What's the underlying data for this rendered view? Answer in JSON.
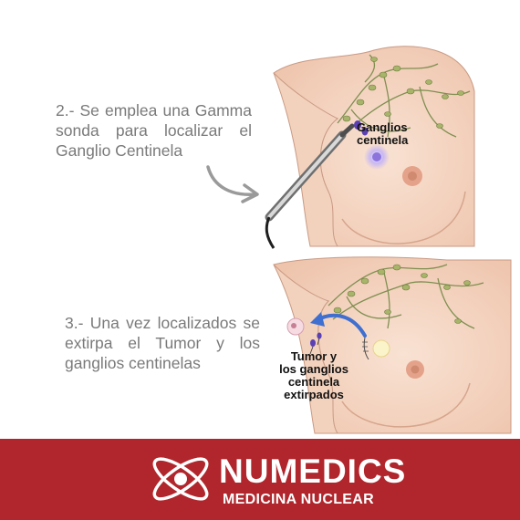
{
  "steps": [
    {
      "text": "2.- Se emplea una Gamma sonda para localizar el Ganglio Centinela"
    },
    {
      "text": "3.- Una vez localizados se extirpa el Tumor y los ganglios centinelas"
    }
  ],
  "labels": {
    "ganglios": [
      "Ganglios",
      "centinela"
    ],
    "tumor": [
      "Tumor y",
      "los ganglios",
      "centinela",
      "extirpados"
    ]
  },
  "brand": {
    "name": "NUMEDICS",
    "subtitle": "MEDICINA NUCLEAR"
  },
  "colors": {
    "footer": "#b0262c",
    "text": "#7a7a7a",
    "skin": "#f3d5c3"
  }
}
